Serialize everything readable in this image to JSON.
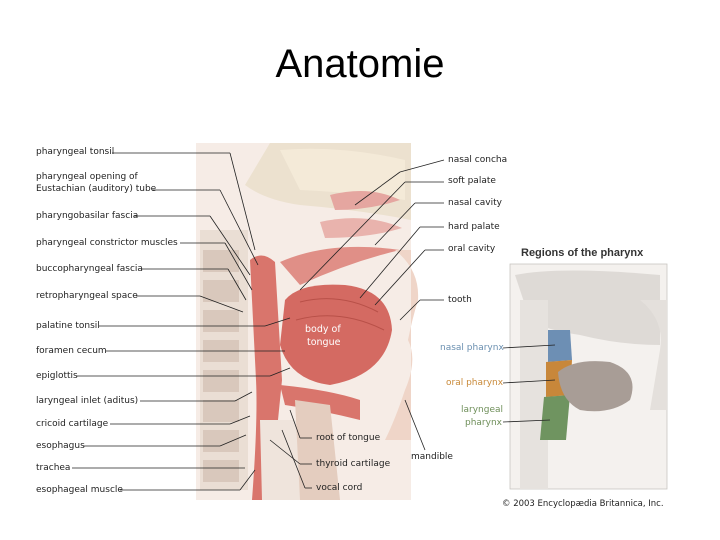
{
  "title": "Anatomie",
  "left_labels": [
    "pharyngeal tonsil",
    "pharyngeal opening of",
    "Eustachian (auditory) tube",
    "pharyngobasilar fascia",
    "pharyngeal constrictor muscles",
    "buccopharyngeal fascia",
    "retropharyngeal space",
    "palatine tonsil",
    "foramen cecum",
    "epiglottis",
    "laryngeal inlet (aditus)",
    "cricoid cartilage",
    "esophagus",
    "trachea",
    "esophageal muscle"
  ],
  "right_labels": {
    "nasal_concha": "nasal concha",
    "soft_palate": "soft palate",
    "nasal_cavity": "nasal cavity",
    "hard_palate": "hard palate",
    "oral_cavity": "oral cavity",
    "tooth": "tooth"
  },
  "bottom_labels": {
    "body_of_tongue_1": "body of",
    "body_of_tongue_2": "tongue",
    "root_of_tongue": "root of tongue",
    "thyroid_cartilage": "thyroid cartilage",
    "vocal_cord": "vocal cord",
    "mandible": "mandible"
  },
  "inset": {
    "title": "Regions of the pharynx",
    "nasal_pharynx": "nasal pharynx",
    "oral_pharynx": "oral pharynx",
    "laryngeal_pharynx_1": "laryngeal",
    "laryngeal_pharynx_2": "pharynx",
    "colors": {
      "nasal": "#6d8fb4",
      "oral": "#c8873a",
      "laryngeal": "#6f9460"
    }
  },
  "copyright": "© 2003 Encyclopædia Britannica, Inc."
}
